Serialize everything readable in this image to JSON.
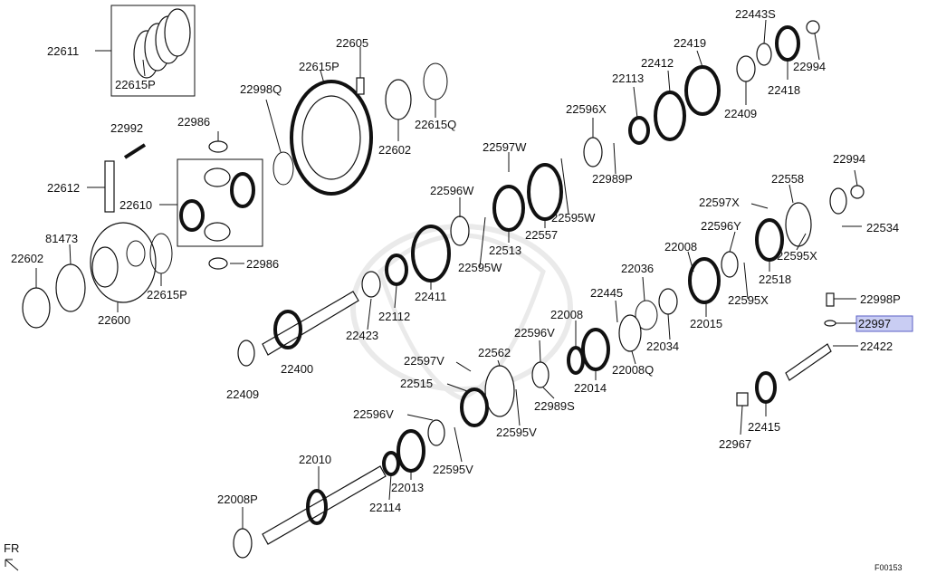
{
  "diagram_code": "F00153",
  "direction_label": "FR",
  "highlighted_part": "22997",
  "callouts": [
    "22611",
    "22615P",
    "22992",
    "22986",
    "22612",
    "22610",
    "81473",
    "22602",
    "22600",
    "22986",
    "22615P",
    "22998Q",
    "22605",
    "22615P",
    "22602",
    "22615Q",
    "22400",
    "22409",
    "22423",
    "22112",
    "22411",
    "22595W",
    "22596W",
    "22513",
    "22597W",
    "22557",
    "22595W",
    "22596X",
    "22989P",
    "22113",
    "22412",
    "22419",
    "22409",
    "22443S",
    "22418",
    "22994",
    "22994",
    "22558",
    "22597X",
    "22534",
    "22596Y",
    "22595X",
    "22518",
    "22008",
    "22015",
    "22595X",
    "22036",
    "22445",
    "22034",
    "22008",
    "22008Q",
    "22596V",
    "22014",
    "22562",
    "22597V",
    "22515",
    "22989S",
    "22595V",
    "22596V",
    "22595V",
    "22013",
    "22010",
    "22114",
    "22008P",
    "22998P",
    "22997",
    "22422",
    "22415",
    "22967"
  ]
}
